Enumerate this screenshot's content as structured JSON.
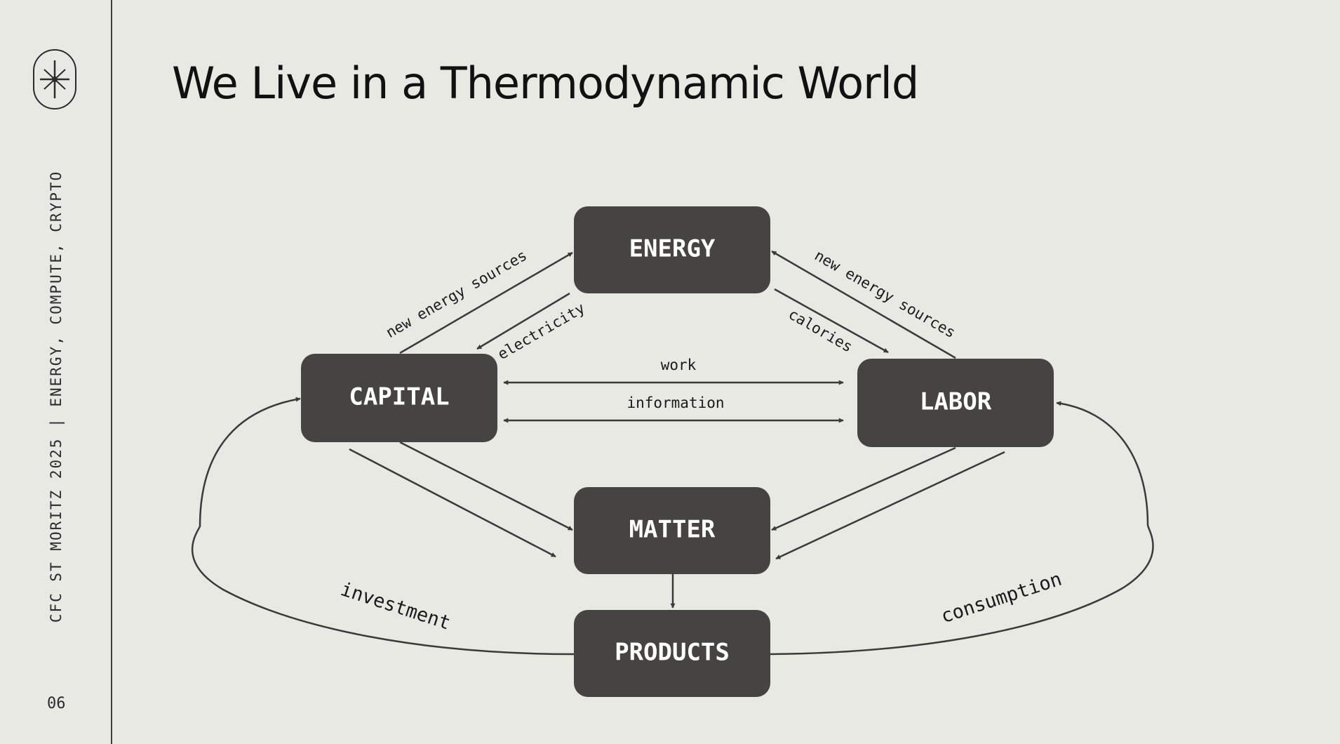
{
  "slide": {
    "title": "We Live in a Thermodynamic World",
    "sidebar_text": "CFC ST MORITZ 2025 | ENERGY, COMPUTE, CRYPTO",
    "page_number": "06",
    "logo_icon": "asterisk-star-icon"
  },
  "nodes": {
    "energy": "ENERGY",
    "capital": "CAPITAL",
    "labor": "LABOR",
    "matter": "MATTER",
    "products": "PRODUCTS"
  },
  "edges": {
    "capital_energy": "new energy sources",
    "energy_capital": "electricity",
    "labor_energy": "new energy sources",
    "energy_labor": "calories",
    "work": "work",
    "information": "information",
    "investment": "investment",
    "consumption": "consumption"
  },
  "colors": {
    "background": "#e9e9e4",
    "box": "#454442",
    "box_text": "#ffffff",
    "line": "#3a3a38"
  }
}
